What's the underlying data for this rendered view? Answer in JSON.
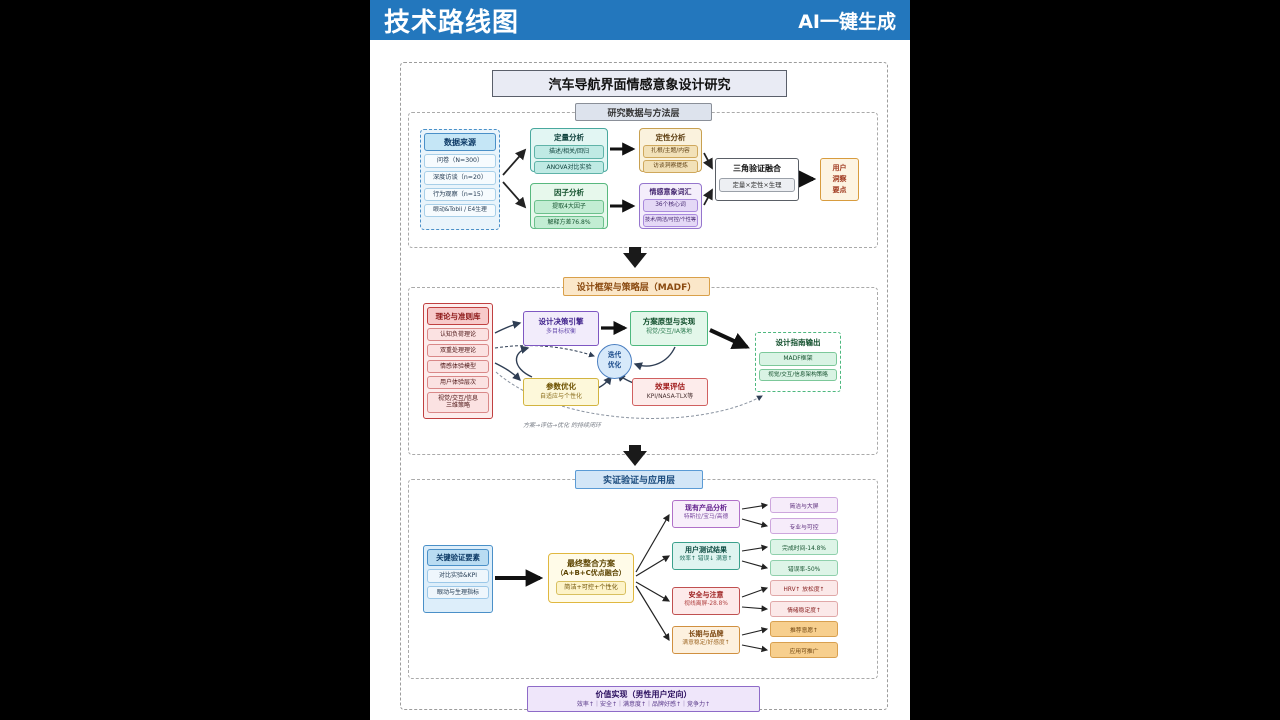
{
  "header": {
    "title": "技术路线图",
    "badge": "AI一键生成"
  },
  "main_title": "汽车导航界面情感意象设计研究",
  "s1": {
    "label": "研究数据与方法层",
    "ds": {
      "title": "数据来源",
      "items": [
        "问卷（N=300）",
        "深度访谈（n=20）",
        "行为观察（n=15）",
        "眼动&Tobii / E4生理"
      ]
    },
    "quant": {
      "title": "定量分析",
      "items": [
        "描述/相关/回归",
        "ANOVA对比实验"
      ]
    },
    "factor": {
      "title": "因子分析",
      "items": [
        "提取4大因子",
        "解释方差76.8%"
      ]
    },
    "qual": {
      "title": "定性分析",
      "items": [
        "扎根/主题/内容",
        "访谈洞察提炼"
      ]
    },
    "imagery": {
      "title": "情感意象词汇",
      "items": [
        "36个核心词",
        "技术/简洁/可控/个性等"
      ]
    },
    "tri": {
      "title": "三角验证融合",
      "item": "定量×定性×生理"
    },
    "insight": {
      "text": "用户\n洞察\n要点"
    }
  },
  "s2": {
    "label": "设计框架与策略层（MADF）",
    "theory": {
      "title": "理论与准则库",
      "items": [
        "认知负荷理论",
        "双重处理理论",
        "情感体验模型",
        "用户体验层次",
        "视觉/交互/信息\n三维策略"
      ]
    },
    "engine": {
      "title": "设计决策引擎",
      "sub": "多目标权衡"
    },
    "proto": {
      "title": "方案原型与实现",
      "sub": "视觉/交互/IA落地"
    },
    "loop": {
      "text": "迭代\n优化"
    },
    "param": {
      "title": "参数优化",
      "sub": "自适应与个性化"
    },
    "eval": {
      "title": "效果评估",
      "sub": "KPI/NASA-TLX等"
    },
    "guide": {
      "title": "设计指南输出",
      "items": [
        "MADF框架",
        "视觉/交互/信息架构策略"
      ]
    },
    "note": "方案→评估→优化 的持续闭环"
  },
  "s3": {
    "label": "实证验证与应用层",
    "key": {
      "title": "关键验证要素",
      "items": [
        "对比实验&KPI",
        "眼动与生理指标"
      ]
    },
    "final": {
      "title1": "最终整合方案",
      "title2": "（A+B+C优点融合）",
      "sub": "简洁+可控+个性化"
    },
    "cats": [
      {
        "title": "现有产品分析",
        "sub": "特斯拉/宝马/高德"
      },
      {
        "title": "用户测试结果",
        "sub": "效率↑ 错误↓ 满意↑"
      },
      {
        "title": "安全与注意",
        "sub": "视线离屏-28.8%"
      },
      {
        "title": "长期与品牌",
        "sub": "满意稳定/好感度↑"
      }
    ],
    "leaves": [
      "简洁与大屏",
      "专业与可控",
      "完成时间-14.8%",
      "错误率-50%",
      "HRV↑ 放松度↑",
      "情绪稳定度↑",
      "推荐意愿↑",
      "应用可推广"
    ]
  },
  "footer": {
    "title": "价值实现（男性用户定向）",
    "sub": "效率↑｜安全↑｜满意度↑｜品牌好感↑｜竞争力↑"
  },
  "colors": {
    "accent_blue": "#2377bd",
    "red": "#c04040",
    "green": "#4db87e",
    "purple": "#8e6bc8",
    "orange": "#d89c3e",
    "teal": "#49a89e"
  }
}
